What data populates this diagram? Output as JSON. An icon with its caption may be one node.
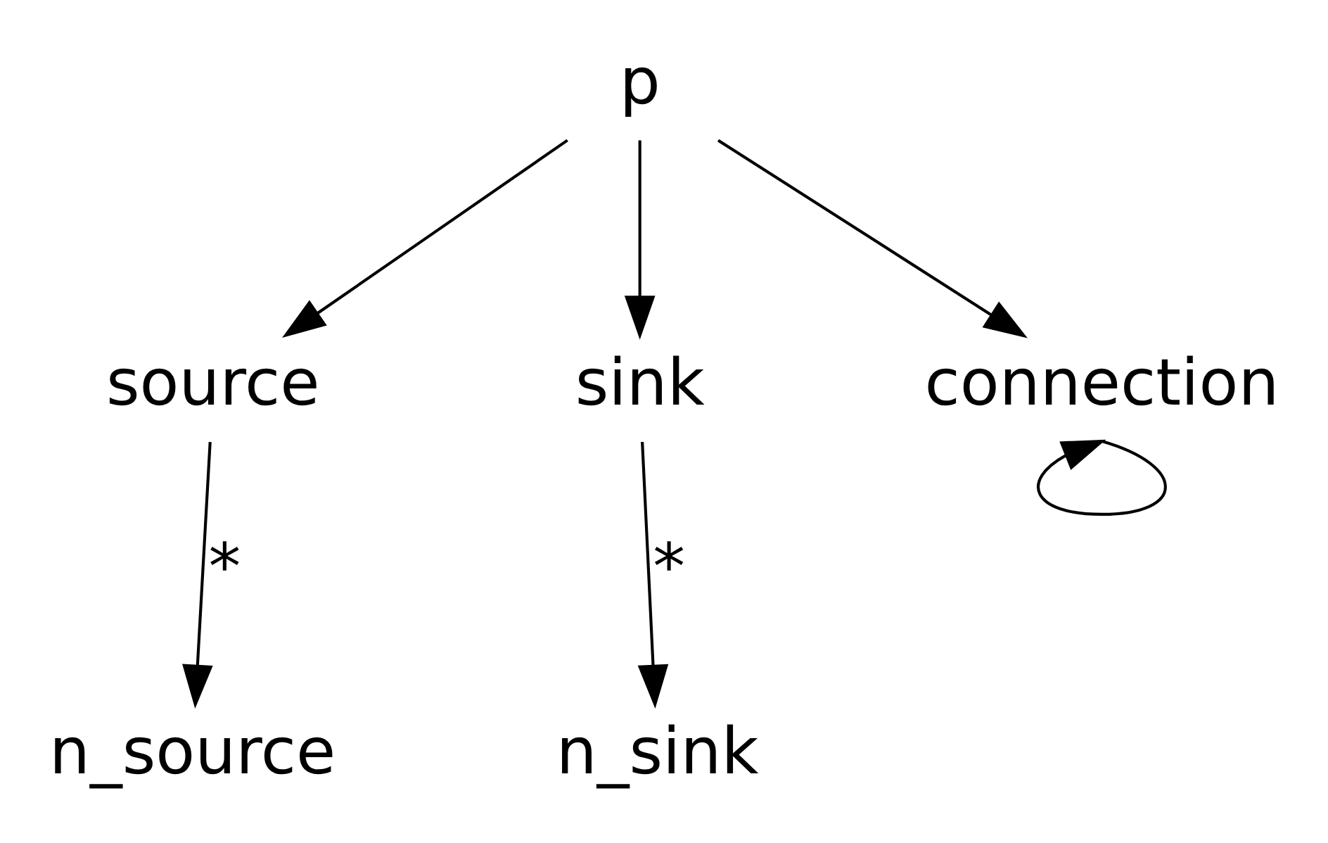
{
  "diagram": {
    "nodes": [
      {
        "text": [
          "p"
        ]
      },
      {
        "text": [
          "source"
        ]
      },
      {
        "text": [
          "sink"
        ]
      },
      {
        "text": [
          "n_source"
        ]
      },
      {
        "text": [
          "n_sink"
        ]
      },
      {
        "text": [
          "connection"
        ]
      }
    ],
    "edges": [
      {
        "from": 0,
        "to": 1,
        "arrow": "to"
      },
      {
        "from": 0,
        "to": 2,
        "arrow": "to"
      },
      {
        "from": 0,
        "to": 5,
        "arrow": "to"
      },
      {
        "from": 1,
        "to": 3,
        "arrow": "to",
        "label": "*"
      },
      {
        "from": 2,
        "to": 4,
        "arrow": "to",
        "label": "*"
      },
      {
        "from": 5,
        "to": 5,
        "arrow": "to"
      }
    ]
  }
}
